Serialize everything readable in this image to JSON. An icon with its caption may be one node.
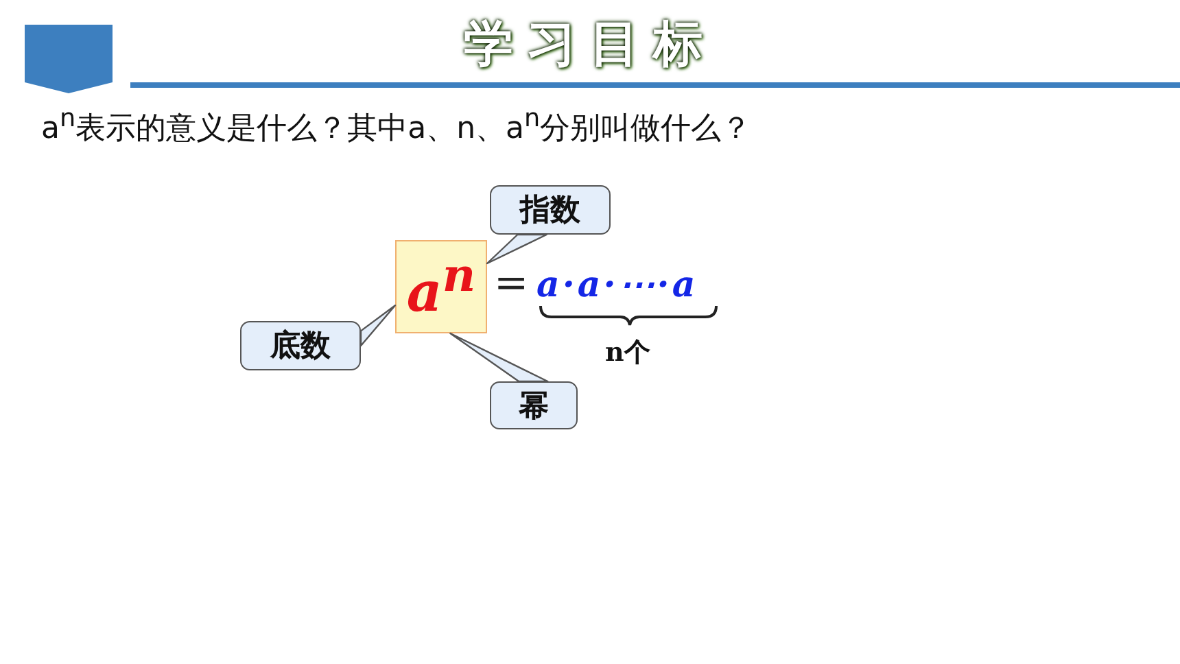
{
  "diagram": {
    "title": "学习目标",
    "nodes": [
      {
        "text": [
          "a$^{n}$"
        ]
      },
      {
        "text": [
          "指数"
        ]
      },
      {
        "text": [
          "底数"
        ]
      },
      {
        "text": [
          "幂"
        ]
      }
    ],
    "edges": [
      {
        "from": 1,
        "to": 0,
        "arrow": "none"
      },
      {
        "from": 2,
        "to": 0,
        "arrow": "none"
      },
      {
        "from": 3,
        "to": 0,
        "arrow": "none"
      }
    ],
    "labels": [
      "a$^{n}$表示的意义是什么？其中a、n、a$^{n}$分别叫做什么？",
      "=",
      "a·a·⋯·a",
      "n个"
    ]
  }
}
